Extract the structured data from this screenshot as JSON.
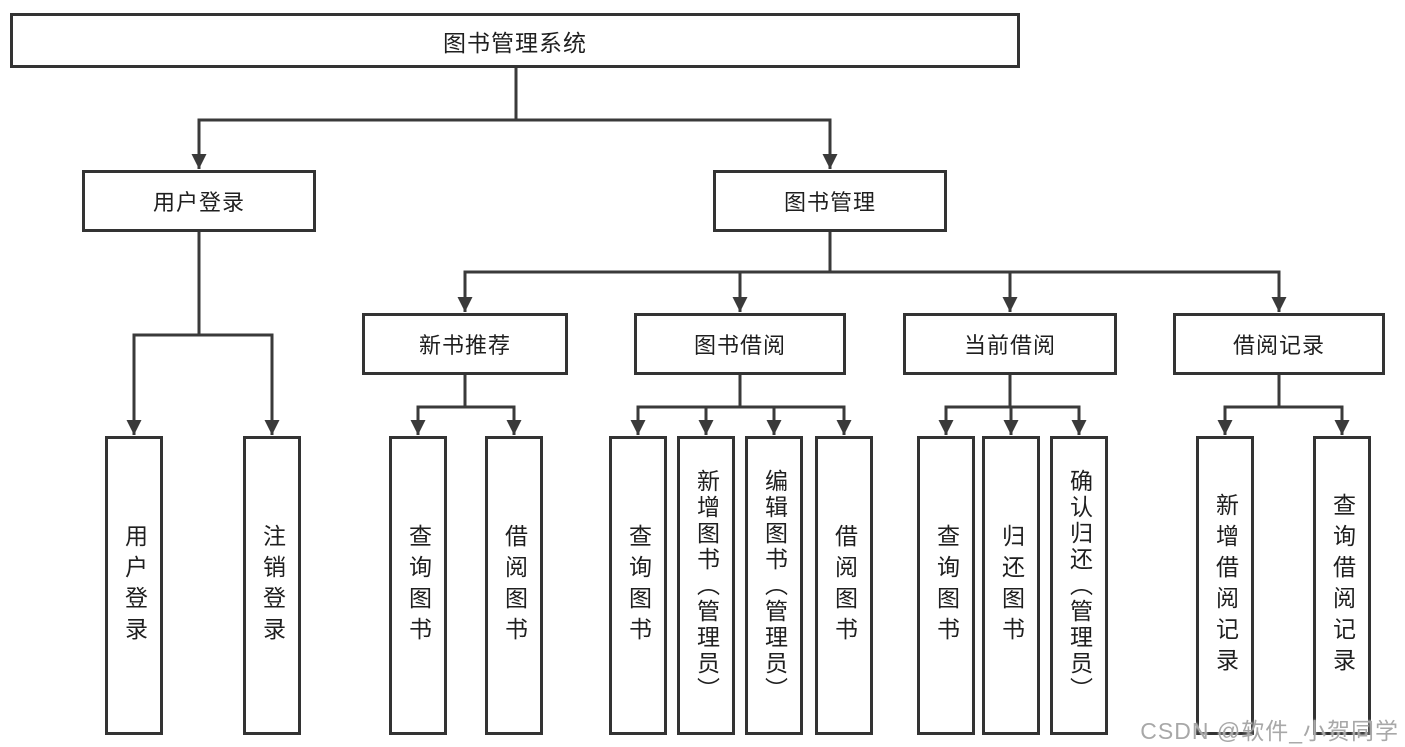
{
  "diagram": {
    "watermark": "CSDN @软件_小贺同学",
    "colors": {
      "line": "#3a3a3a",
      "border": "#333333",
      "text": "#1f1f1f",
      "watermark": "#a8a8a8",
      "background": "#ffffff"
    },
    "tree": {
      "label": "图书管理系统",
      "children": [
        {
          "label": "用户登录",
          "children": [
            {
              "label": "用户登录"
            },
            {
              "label": "注销登录"
            }
          ]
        },
        {
          "label": "图书管理",
          "children": [
            {
              "label": "新书推荐",
              "children": [
                {
                  "label": "查询图书"
                },
                {
                  "label": "借阅图书"
                }
              ]
            },
            {
              "label": "图书借阅",
              "children": [
                {
                  "label": "查询图书"
                },
                {
                  "label": "新增图书（管理员）"
                },
                {
                  "label": "编辑图书（管理员）"
                },
                {
                  "label": "借阅图书"
                }
              ]
            },
            {
              "label": "当前借阅",
              "children": [
                {
                  "label": "查询图书"
                },
                {
                  "label": "归还图书"
                },
                {
                  "label": "确认归还（管理员）"
                }
              ]
            },
            {
              "label": "借阅记录",
              "children": [
                {
                  "label": "新增借阅记录"
                },
                {
                  "label": "查询借阅记录"
                }
              ]
            }
          ]
        }
      ]
    }
  }
}
